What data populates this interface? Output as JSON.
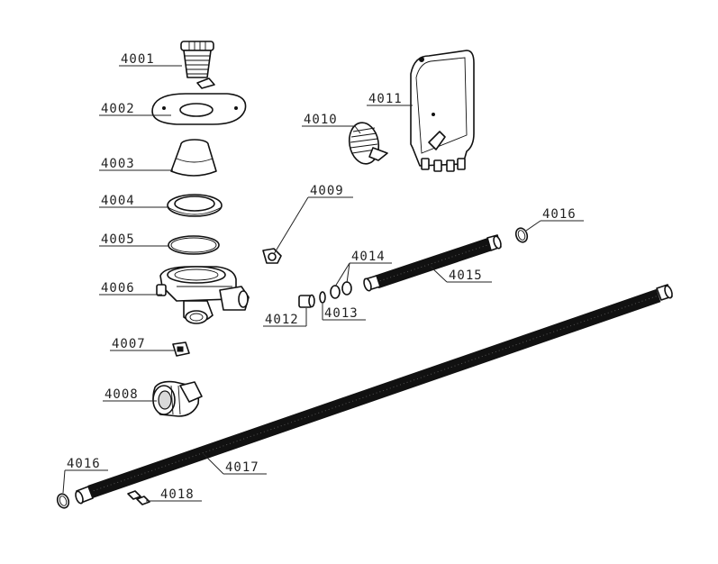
{
  "labels": {
    "p4001": "4001",
    "p4002": "4002",
    "p4003": "4003",
    "p4004": "4004",
    "p4005": "4005",
    "p4006": "4006",
    "p4007": "4007",
    "p4008": "4008",
    "p4009": "4009",
    "p4010": "4010",
    "p4011": "4011",
    "p4012": "4012",
    "p4013": "4013",
    "p4014": "4014",
    "p4015": "4015",
    "p4016a": "4016",
    "p4016b": "4016",
    "p4017": "4017",
    "p4018": "4018"
  }
}
